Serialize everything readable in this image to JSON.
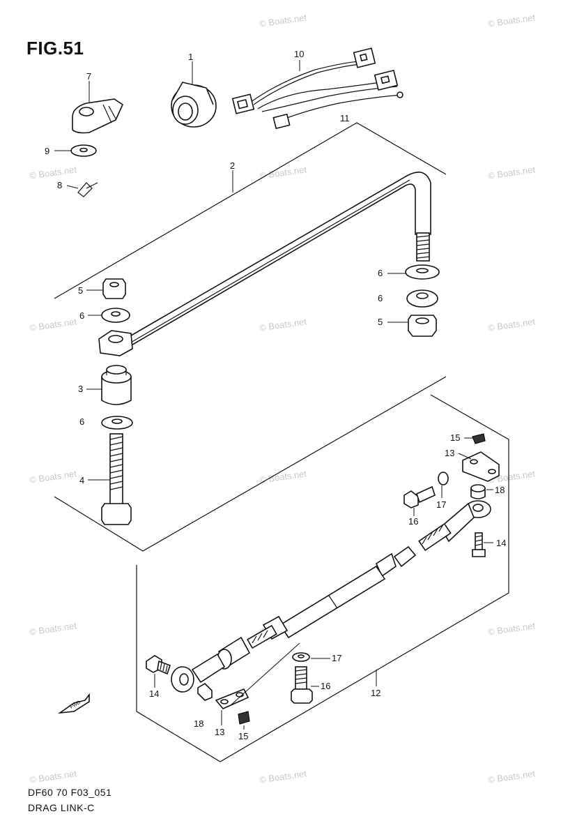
{
  "figure": {
    "title": "FIG.51",
    "code": "DF60 70 F03_051",
    "name": "DRAG LINK-C"
  },
  "watermark": "© Boats.net",
  "callouts": {
    "c1": "1",
    "c2": "2",
    "c3": "3",
    "c4": "4",
    "c5a": "5",
    "c5b": "5",
    "c6a": "6",
    "c6b": "6",
    "c6c": "6",
    "c6d": "6",
    "c7": "7",
    "c8": "8",
    "c9": "9",
    "c10": "10",
    "c11": "11",
    "c12": "12",
    "c13a": "13",
    "c13b": "13",
    "c14a": "14",
    "c14b": "14",
    "c15a": "15",
    "c15b": "15",
    "c16a": "16",
    "c16b": "16",
    "c17a": "17",
    "c17b": "17",
    "c18a": "18",
    "c18b": "18"
  },
  "fwd_label": "FWD"
}
